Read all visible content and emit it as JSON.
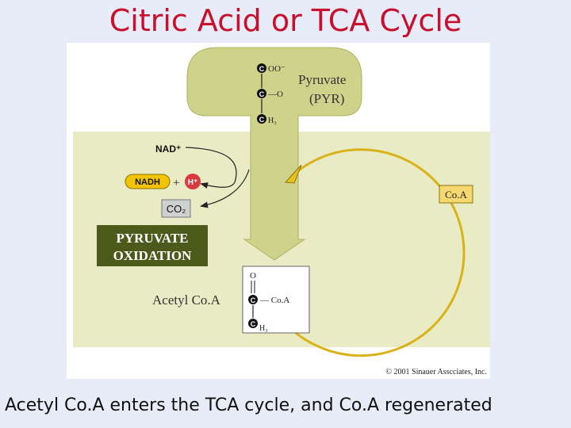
{
  "slide": {
    "title": "Citric Acid or TCA Cycle",
    "caption": "Acetyl Co.A enters the TCA cycle, and Co.A regenerated"
  },
  "diagram": {
    "pyruvate": {
      "name": "Pyruvate",
      "abbrev": "(PYR)",
      "carbon_letter": "C",
      "top_group": "OO⁻",
      "middle_group": "—O",
      "bottom_group": "H₃"
    },
    "cofactors": {
      "nad": "NAD⁺",
      "nadh": "NADH",
      "plus": "+",
      "h_plus": "H⁺",
      "co2": "CO₂"
    },
    "process_label_line1": "PYRUVATE",
    "process_label_line2": "OXIDATION",
    "coa_label": "Co.A",
    "acetyl_coa": {
      "name": "Acetyl Co.A",
      "oxygen": "O",
      "carbon_letter": "C",
      "coa_group": "— Co.A",
      "bottom_group": "H₃"
    },
    "copyright": "© 2001 Sinauer Asscciates, Inc."
  },
  "colors": {
    "title": "#c8102e",
    "slide_background": "#e8ecf8",
    "panel_fill": "#e9ebc4",
    "arrow_fill": "#cfd28a",
    "process_box": "#4d5a1c",
    "nadh_badge": "#f2c400",
    "h_plus_badge": "#d83a3f",
    "coa_badge": "#f5d870",
    "cycle_arrow": "#d9b21a"
  }
}
